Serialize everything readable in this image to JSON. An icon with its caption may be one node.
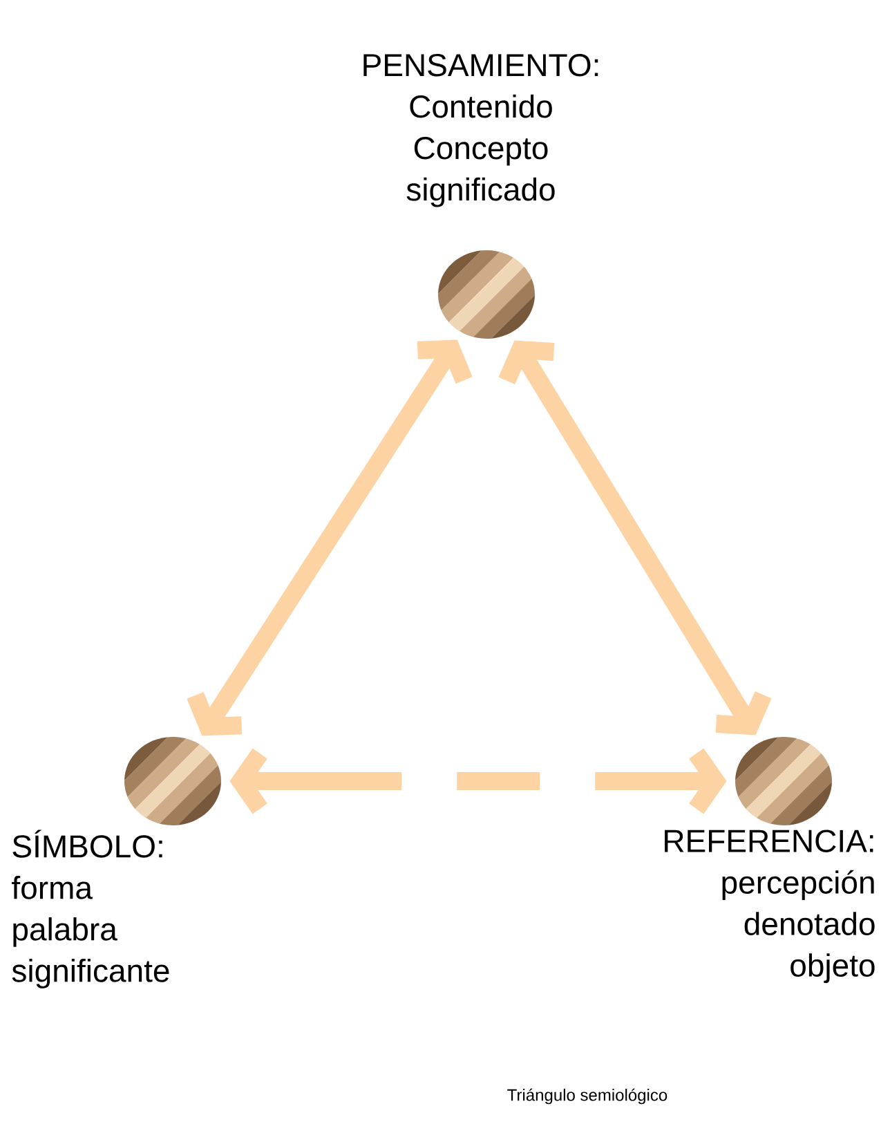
{
  "diagram": {
    "caption": "Triángulo semiológico",
    "nodes": [
      {
        "text": [],
        "shape": "circle",
        "beside": [
          "PENSAMIENTO: Contenido Concepto significado"
        ]
      },
      {
        "text": [],
        "shape": "circle",
        "beside": [
          "SÍMBOLO: forma palabra significante"
        ]
      },
      {
        "text": [],
        "shape": "circle",
        "beside": [
          "REFERENCIA: percepción denotado objeto"
        ]
      }
    ],
    "edges": [
      {
        "from": 0,
        "to": 1,
        "arrow": "both",
        "color": "#fdd3a4"
      },
      {
        "from": 0,
        "to": 2,
        "arrow": "both",
        "color": "#fdd3a4"
      },
      {
        "from": 1,
        "to": 2,
        "arrow": "both",
        "style": "dashed",
        "color": "#fdd3a4"
      }
    ]
  }
}
